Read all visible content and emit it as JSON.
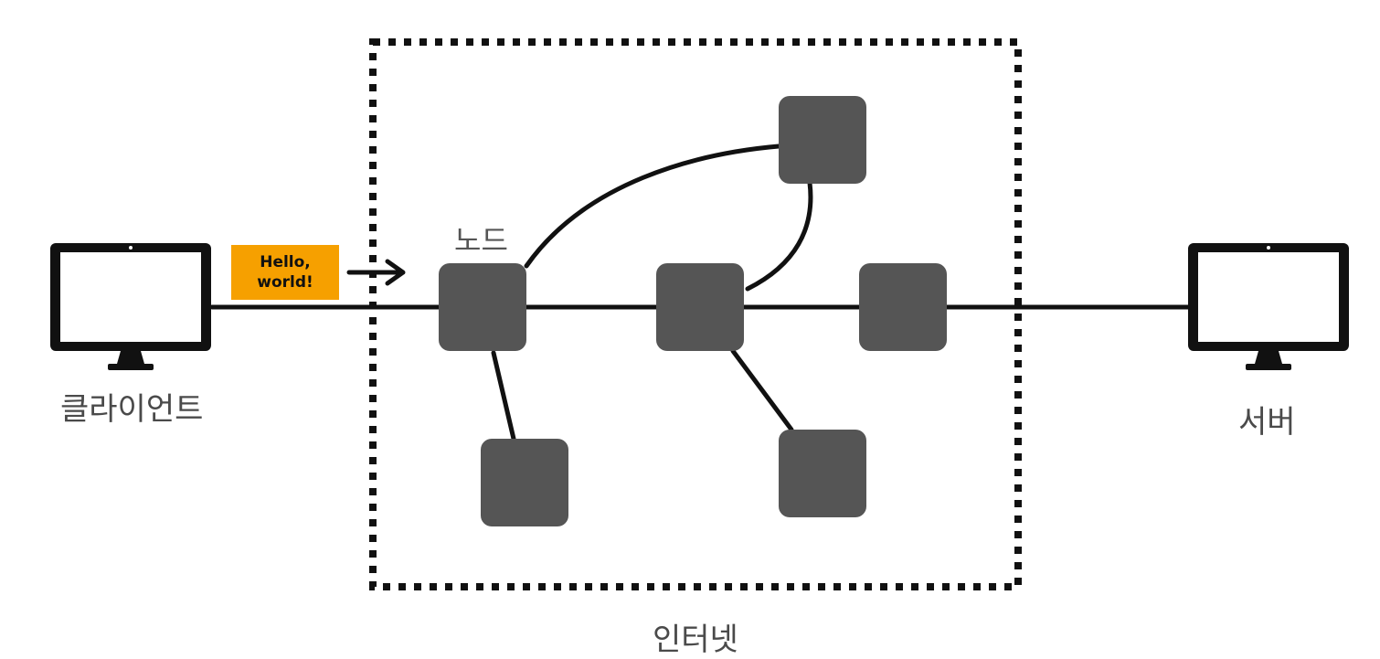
{
  "labels": {
    "client": "클라이언트",
    "server": "서버",
    "internet": "인터넷",
    "node": "노드"
  },
  "message": {
    "line1": "Hello,",
    "line2": "world!"
  },
  "colors": {
    "node_fill": "#555555",
    "message_fill": "#f6a000",
    "line": "#111111",
    "label_text": "#4a4a4a"
  }
}
